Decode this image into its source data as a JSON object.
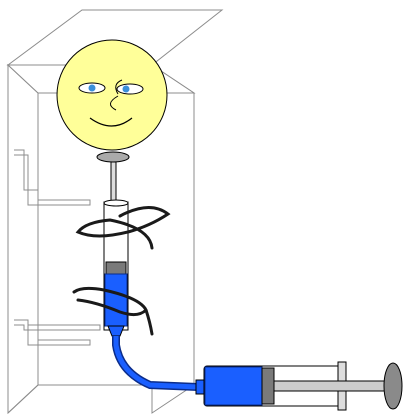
{
  "scene": {
    "elements": [
      "box",
      "balloon-face",
      "balloon-knot",
      "vertical-syringe",
      "blue-liquid-column",
      "connecting-tube",
      "horizontal-syringe",
      "tie-strings"
    ]
  },
  "colors": {
    "balloon": "#ffff99",
    "liquid": "#1a5fff",
    "liquid_dark": "#0b2c8a",
    "outline": "#000000",
    "box_line": "#8c8c8c",
    "box_fill": "#ffffff",
    "plunger": "#7a7a7a",
    "knot": "#aaaaaa",
    "string": "#1a1a1a",
    "eye": "#3a8fd9"
  }
}
